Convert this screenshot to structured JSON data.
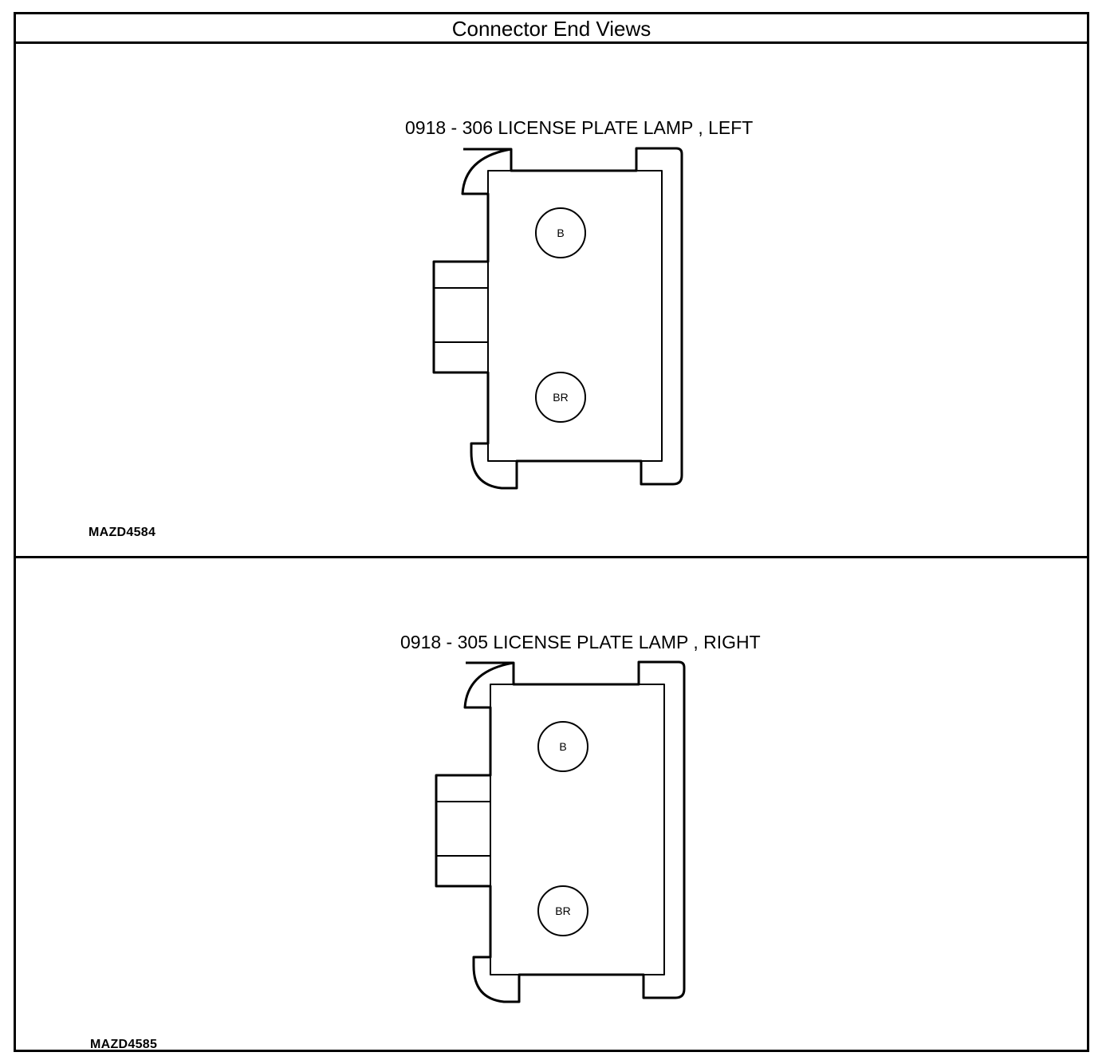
{
  "header": {
    "title": "Connector End Views"
  },
  "panels": [
    {
      "connector_title": "0918 - 306 LICENSE PLATE LAMP , LEFT",
      "pins": [
        "B",
        "BR"
      ],
      "figure_id": "MAZD4584"
    },
    {
      "connector_title": "0918 - 305 LICENSE PLATE LAMP , RIGHT",
      "pins": [
        "B",
        "BR"
      ],
      "figure_id": "MAZD4585"
    }
  ]
}
